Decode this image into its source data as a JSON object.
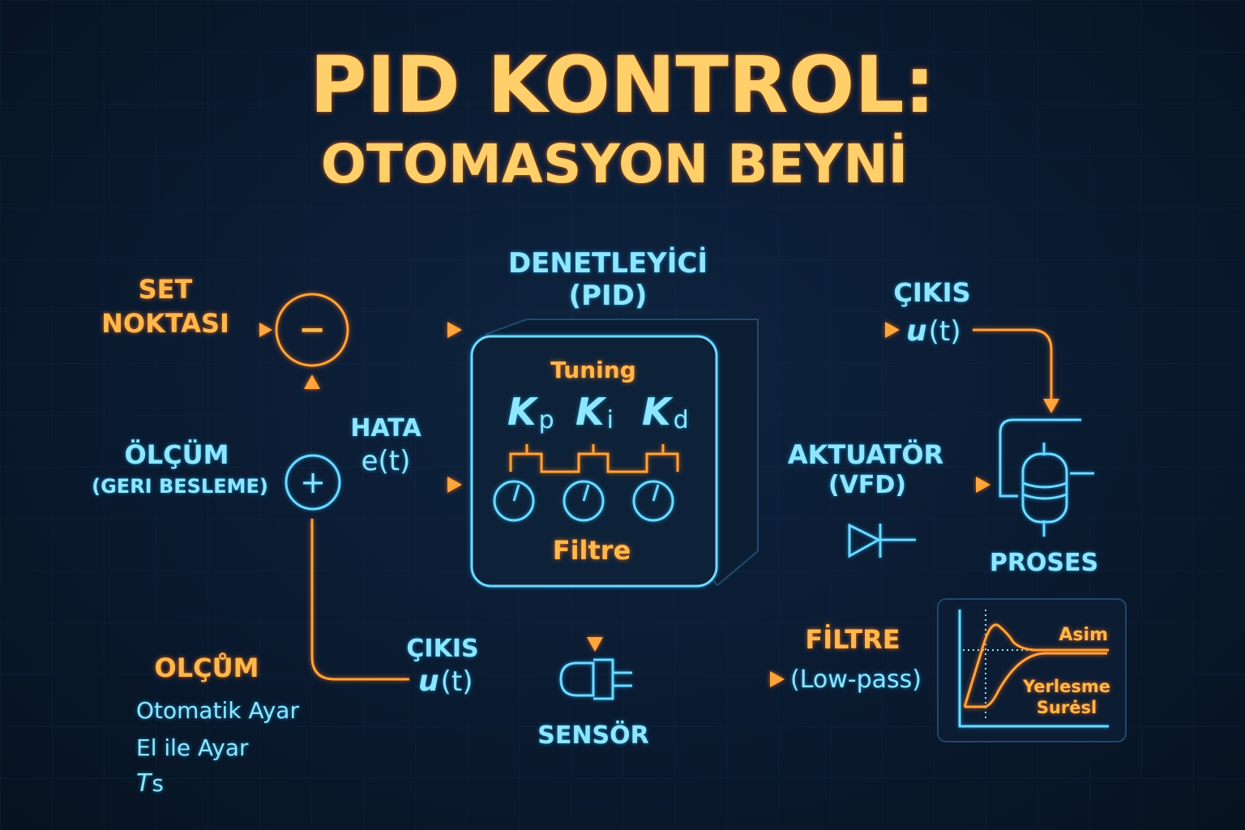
{
  "title": {
    "line1": "PID KONTROL:",
    "line2": "OTOMASYON BEYNİ"
  },
  "setpoint": {
    "line1": "SET",
    "line2": "NOKTASI"
  },
  "comparator_symbol": "−",
  "summer_symbol": "+",
  "measurement": {
    "line1": "ÖLÇÜM",
    "line2": "(GERI BESLEME)"
  },
  "error": {
    "line1": "HATA",
    "line2": "e(t)"
  },
  "controller": {
    "label1": "DENETLEYİCİ",
    "label2": "(PID)",
    "tuning": "Tuning",
    "gains": [
      {
        "k": "K",
        "sub": "p"
      },
      {
        "k": "K",
        "sub": "i"
      },
      {
        "k": "K",
        "sub": "d"
      }
    ],
    "filter": "Filtre"
  },
  "output_top": {
    "label": "ÇIKIS",
    "u": "u",
    "t": "(t)"
  },
  "actuator": {
    "line1": "AKTUATÖR",
    "line2": "(VFD)"
  },
  "process": {
    "label": "PROSES"
  },
  "output_bottom": {
    "label": "ÇIKIS",
    "u": "u",
    "t": "(t)"
  },
  "sensor": {
    "label": "SENSÖR"
  },
  "filter_block": {
    "line1": "FİLTRE",
    "line2": "(Low-pass)"
  },
  "response_chart": {
    "overshoot": "Asim",
    "settling1": "Yerlesme",
    "settling2": "Surėsl"
  },
  "legend": {
    "heading": "OLÇŮM",
    "items": [
      "Otomatik Ayar",
      "El ile Ayar"
    ],
    "ts_T": "T",
    "ts_s": "s"
  },
  "colors": {
    "orange": "#ffa53a",
    "cyan": "#6fd8ff",
    "background": "#0a1a30"
  }
}
